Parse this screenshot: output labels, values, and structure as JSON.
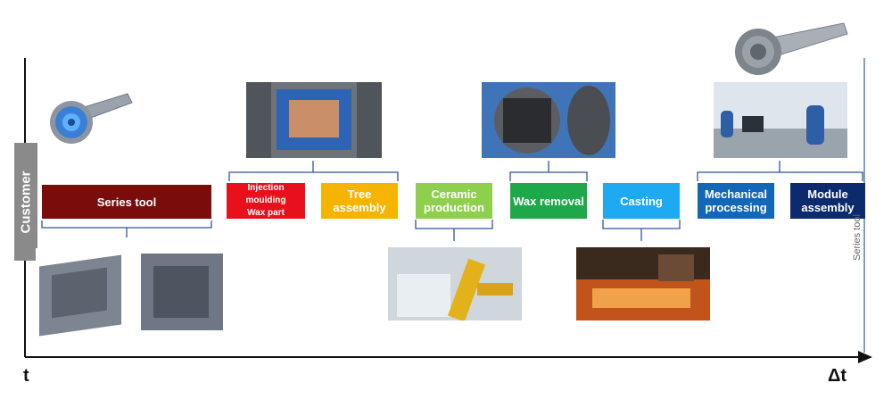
{
  "axis": {
    "start_label": "t",
    "end_label": "Δt",
    "y_label": "Customer",
    "right_label": "Series tool"
  },
  "steps": [
    {
      "label": "Series tool",
      "color": "#7a0c0c"
    },
    {
      "label": "Injection moulding\nWax part",
      "color": "#e8101a"
    },
    {
      "label": "Tree\nassembly",
      "color": "#f5b400"
    },
    {
      "label": "Ceramic\nproduction",
      "color": "#8fcf4e"
    },
    {
      "label": "Wax removal",
      "color": "#1fa84a"
    },
    {
      "label": "Casting",
      "color": "#1eaaf0"
    },
    {
      "label": "Mechanical\nprocessing",
      "color": "#1267b8"
    },
    {
      "label": "Module\nassembly",
      "color": "#0c2a6e"
    }
  ],
  "images": [
    "turbo-housing-icon",
    "injection-mould-photo",
    "autoclave-photo",
    "assembly-workstation-photo",
    "mould-tools-photo",
    "ceramic-robot-photo",
    "casting-foundry-photo",
    "turbo-housing-large-icon"
  ]
}
